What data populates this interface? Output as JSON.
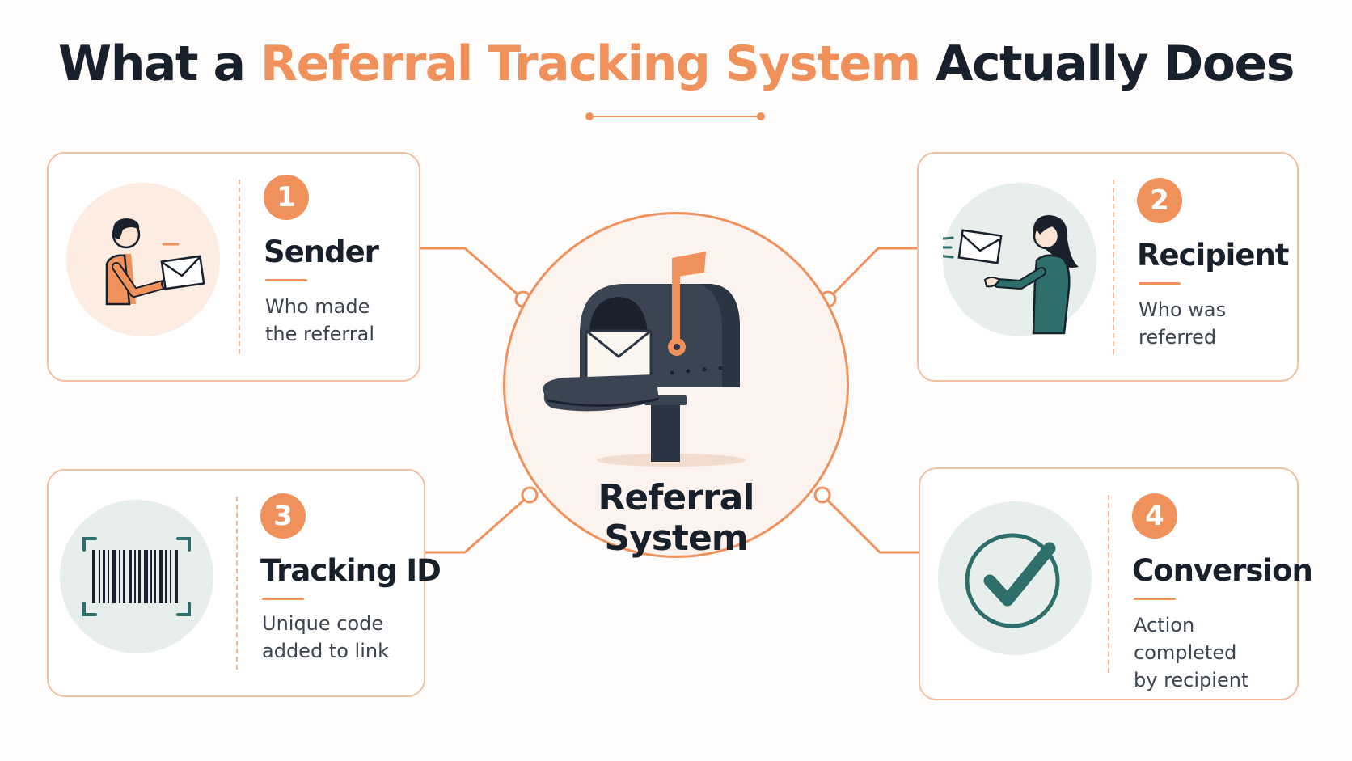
{
  "title": {
    "prefix": "What a ",
    "highlight": "Referral Tracking System",
    "suffix": " Actually Does"
  },
  "center": {
    "label_line1": "Referral",
    "label_line2": "System",
    "icon": "mailbox-icon"
  },
  "cards": [
    {
      "number": "1",
      "title": "Sender",
      "desc_line1": "Who made",
      "desc_line2": "the referral",
      "icon": "person-sending-envelope-icon"
    },
    {
      "number": "2",
      "title": "Recipient",
      "desc_line1": "Who was",
      "desc_line2": "referred",
      "icon": "person-receiving-envelope-icon"
    },
    {
      "number": "3",
      "title": "Tracking ID",
      "desc_line1": "Unique code",
      "desc_line2": "added to link",
      "icon": "barcode-icon"
    },
    {
      "number": "4",
      "title": "Conversion",
      "desc_line1": "Action completed",
      "desc_line2": "by recipient",
      "icon": "checkmark-icon"
    }
  ],
  "colors": {
    "accent": "#f0915c",
    "dark": "#18202c",
    "teal": "#2f6f6b",
    "card_border": "#f2bfa0"
  }
}
